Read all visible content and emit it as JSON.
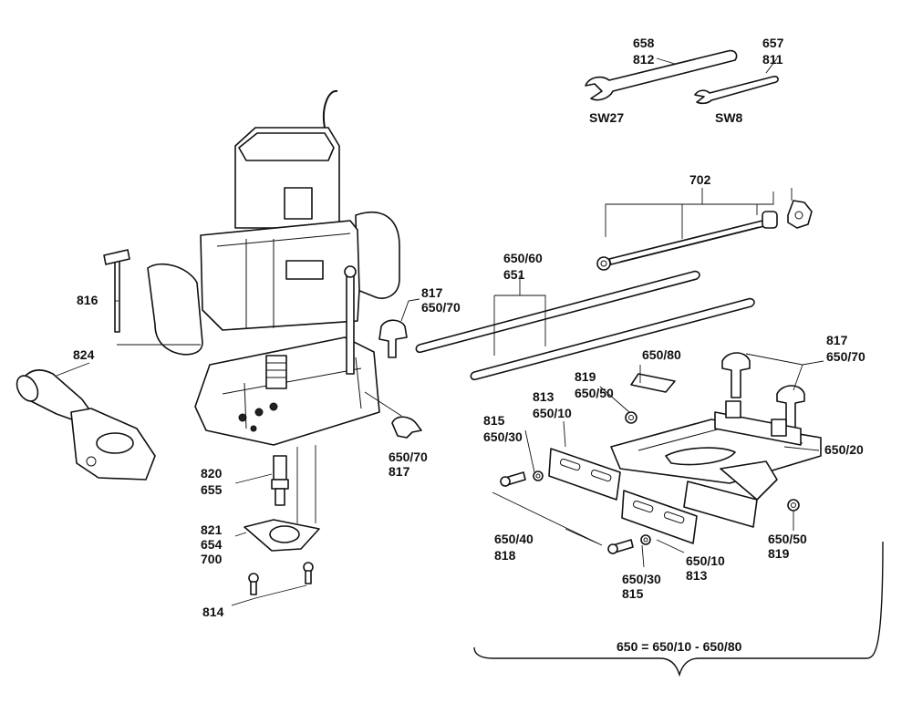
{
  "labels": {
    "p658": "658",
    "p812": "812",
    "p657": "657",
    "p811": "811",
    "sw27": "SW27",
    "sw8": "SW8",
    "p702": "702",
    "p650_60": "650/60",
    "p651": "651",
    "p817_a": "817",
    "p650_70_a": "650/70",
    "p816": "816",
    "p824": "824",
    "p650_80": "650/80",
    "p817_b": "817",
    "p650_70_b": "650/70",
    "p819_a": "819",
    "p650_50_a": "650/50",
    "p813_a": "813",
    "p650_10_a": "650/10",
    "p815_a": "815",
    "p650_30_a": "650/30",
    "p650_70_c": "650/70",
    "p817_c": "817",
    "p650_20": "650/20",
    "p820": "820",
    "p655": "655",
    "p821": "821",
    "p654": "654",
    "p700": "700",
    "p814": "814",
    "p650_40": "650/40",
    "p818": "818",
    "p650_10_b": "650/10",
    "p813_b": "813",
    "p650_30_b": "650/30",
    "p815_b": "815",
    "p650_50_b": "650/50",
    "p819_b": "819",
    "formula": "650 = 650/10 - 650/80"
  }
}
